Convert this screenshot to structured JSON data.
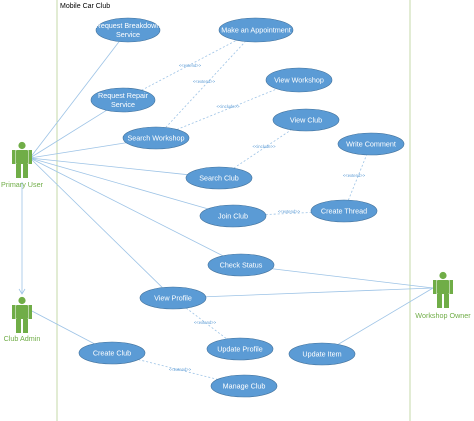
{
  "system": {
    "title": "Mobile Car Club"
  },
  "actors": [
    {
      "id": "primary",
      "label": "Primary User"
    },
    {
      "id": "admin",
      "label": "Club Admin"
    },
    {
      "id": "owner",
      "label": "Workshop Owner"
    }
  ],
  "use_cases": [
    {
      "id": "breakdown",
      "lines": [
        "Request Breakdown",
        "Service"
      ]
    },
    {
      "id": "appointment",
      "lines": [
        "Make an Appointment"
      ]
    },
    {
      "id": "repair",
      "lines": [
        "Request Repair",
        "Service"
      ]
    },
    {
      "id": "viewworkshop",
      "lines": [
        "View Workshop"
      ]
    },
    {
      "id": "searchworkshop",
      "lines": [
        "Search Workshop"
      ]
    },
    {
      "id": "viewclub",
      "lines": [
        "View Club"
      ]
    },
    {
      "id": "writecomment",
      "lines": [
        "Write Comment"
      ]
    },
    {
      "id": "searchclub",
      "lines": [
        "Search Club"
      ]
    },
    {
      "id": "joinclub",
      "lines": [
        "Join Club"
      ]
    },
    {
      "id": "createthread",
      "lines": [
        "Create Thread"
      ]
    },
    {
      "id": "checkstatus",
      "lines": [
        "Check Status"
      ]
    },
    {
      "id": "viewprofile",
      "lines": [
        "View Profile"
      ]
    },
    {
      "id": "updateprofile",
      "lines": [
        "Update Profile"
      ]
    },
    {
      "id": "updateitem",
      "lines": [
        "Update Item"
      ]
    },
    {
      "id": "createclub",
      "lines": [
        "Create Club"
      ]
    },
    {
      "id": "manageclub",
      "lines": [
        "Manage Club"
      ]
    }
  ],
  "associations": [
    [
      "primary",
      "breakdown"
    ],
    [
      "primary",
      "repair"
    ],
    [
      "primary",
      "searchworkshop"
    ],
    [
      "primary",
      "searchclub"
    ],
    [
      "primary",
      "joinclub"
    ],
    [
      "primary",
      "checkstatus"
    ],
    [
      "primary",
      "viewprofile"
    ],
    [
      "primary",
      "admin"
    ],
    [
      "admin",
      "createclub"
    ],
    [
      "owner",
      "checkstatus"
    ],
    [
      "owner",
      "viewprofile"
    ],
    [
      "owner",
      "updateitem"
    ]
  ],
  "relationships": [
    {
      "from": "searchworkshop",
      "to": "appointment",
      "label": "<<extend>>"
    },
    {
      "from": "repair",
      "to": "appointment",
      "label": "<<extend>>"
    },
    {
      "from": "searchworkshop",
      "to": "viewworkshop",
      "label": "<<include>>"
    },
    {
      "from": "searchclub",
      "to": "viewclub",
      "label": "<<include>>"
    },
    {
      "from": "createthread",
      "to": "writecomment",
      "label": "<<extend>>"
    },
    {
      "from": "joinclub",
      "to": "createthread",
      "label": "<<extend>>"
    },
    {
      "from": "viewprofile",
      "to": "updateprofile",
      "label": "<<extend>>"
    },
    {
      "from": "createclub",
      "to": "manageclub",
      "label": "<<extend>>"
    }
  ],
  "colors": {
    "usecase_fill": "#5b9bd5",
    "usecase_text": "#ffffff",
    "line": "#9dc3e6",
    "actor": "#70ad47",
    "boundary": "#c5d9a8"
  }
}
